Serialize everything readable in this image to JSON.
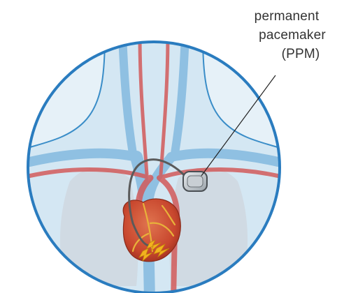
{
  "label": {
    "line1": "permanent",
    "line2": "pacemaker",
    "line3": "(PPM)"
  },
  "colors": {
    "frame_ring": "#2a7cbf",
    "background_tint": "#dcecf6",
    "body_outline": "#3a8dc8",
    "veins": "#8fc0e2",
    "arteries": "#d25a5a",
    "lungs": "#cfd5dc",
    "heart": "#c8472e",
    "heart_vessels": "#e8b23a",
    "lead_wire": "#555555",
    "device": "#9aa3aa",
    "spark": "#f2b21e"
  },
  "icons": {
    "device": "pacemaker-device-icon",
    "pulse": "electrical-spark-icon"
  }
}
